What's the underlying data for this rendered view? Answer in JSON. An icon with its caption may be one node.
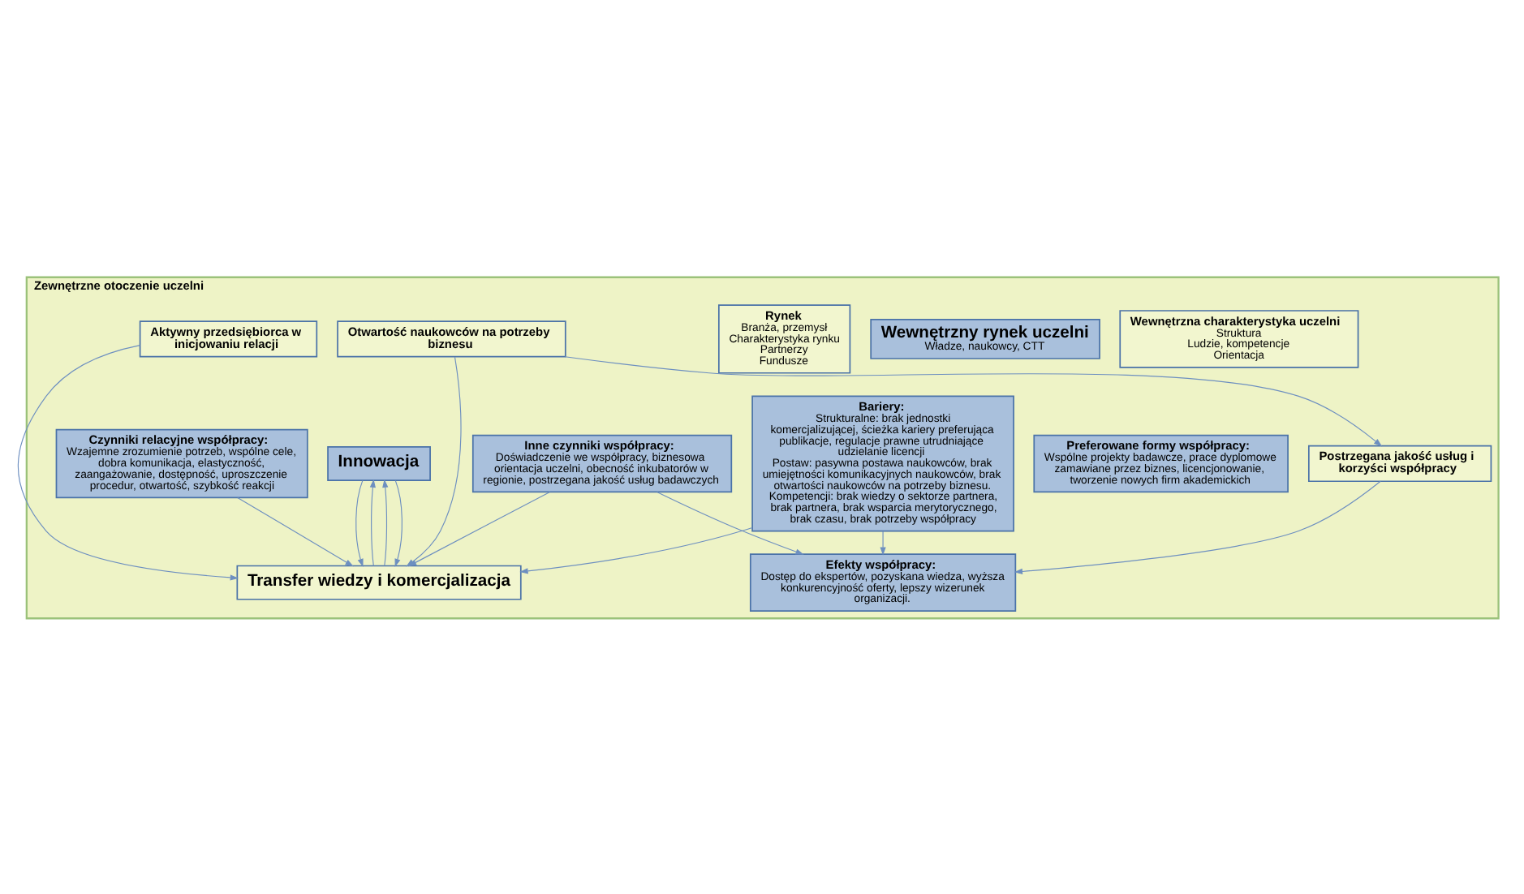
{
  "diagram": {
    "nodes": [
      {
        "text": [
          "Zewnętrzne otoczenie uczelni"
        ]
      },
      {
        "text": [
          "Rynek",
          "Branża, przemysł",
          "Charakterystyka rynku",
          "Partnerzy",
          "Fundusze"
        ],
        "in": 0
      },
      {
        "text": [
          "Wewnętrzny rynek uczelni",
          "Władze, naukowcy, CTT"
        ],
        "in": 0
      },
      {
        "text": [
          "Wewnętrzna charakterystyka uczelni",
          "Struktura",
          "Ludzie, kompetencje",
          "Orientacja"
        ],
        "in": 0
      },
      {
        "text": [
          "Czynniki relacyjne współpracy:",
          "Wzajemne zrozumienie potrzeb, wspólne cele, dobra komunikacja, elastyczność, zaangażowanie, dostępność, uproszczenie procedur, otwartość, szybkość reakcji"
        ],
        "in": 0
      },
      {
        "text": [
          "Innowacja"
        ],
        "in": 0
      },
      {
        "text": [
          "Inne czynniki współpracy:",
          "Doświadczenie we współpracy, biznesowa orientacja uczelni, obecność inkubatorów w regionie, postrzegana jakość usług badawczych"
        ],
        "in": 0
      },
      {
        "text": [
          "Transfer wiedzy i komercjalizacja"
        ],
        "in": 0
      },
      {
        "text": [
          "Aktywny przedsiębiorca w inicjowaniu relacji"
        ],
        "in": 0
      },
      {
        "text": [
          "Otwartość naukowców na potrzeby biznesu"
        ],
        "in": 0
      },
      {
        "text": [
          "Bariery:",
          "Strukturalne: brak jednostki komercjalizującej, ścieżka kariery preferująca publikacje, regulacje prawne utrudniające udzielanie licencji",
          "Postaw: pasywna postawa naukowców, brak umiejętności komunikacyjnych naukowców, brak otwartości naukowców na potrzeby biznesu.",
          "Kompetencji: brak wiedzy o sektorze partnera, brak partnera, brak wsparcia merytorycznego, brak czasu, brak potrzeby współpracy"
        ],
        "in": 0
      },
      {
        "text": [
          "Preferowane formy współpracy:",
          "Wspólne projekty badawcze, prace dyplomowe zamawiane przez biznes, licencjonowanie, tworzenie nowych firm akademickich"
        ],
        "in": 0
      },
      {
        "text": [
          "Postrzegana jakość usług i korzyści współpracy"
        ],
        "in": 0
      },
      {
        "text": [
          "Efekty współpracy:",
          "Dostęp do ekspertów, pozyskana wiedza, wyższa konkurencyjność oferty, lepszy wizerunek organizacji."
        ],
        "in": 0
      }
    ],
    "edges": [
      {
        "from": 7,
        "to": 5,
        "arrow": "to"
      },
      {
        "from": 5,
        "to": 7,
        "arrow": "to"
      },
      {
        "from": 7,
        "to": 5,
        "arrow": "to"
      },
      {
        "from": 5,
        "to": 7,
        "arrow": "to"
      },
      {
        "from": 4,
        "to": 7,
        "arrow": "to"
      },
      {
        "from": 6,
        "to": 7,
        "arrow": "to"
      },
      {
        "from": 8,
        "to": 7,
        "arrow": "to"
      },
      {
        "from": 9,
        "to": 7,
        "arrow": "to"
      },
      {
        "from": 10,
        "to": 7,
        "arrow": "to"
      },
      {
        "from": 9,
        "to": 12,
        "arrow": "to"
      },
      {
        "from": 12,
        "to": 13,
        "arrow": "to"
      },
      {
        "from": 6,
        "to": 13,
        "arrow": "to"
      },
      {
        "from": 10,
        "to": 13,
        "arrow": "to"
      }
    ]
  }
}
